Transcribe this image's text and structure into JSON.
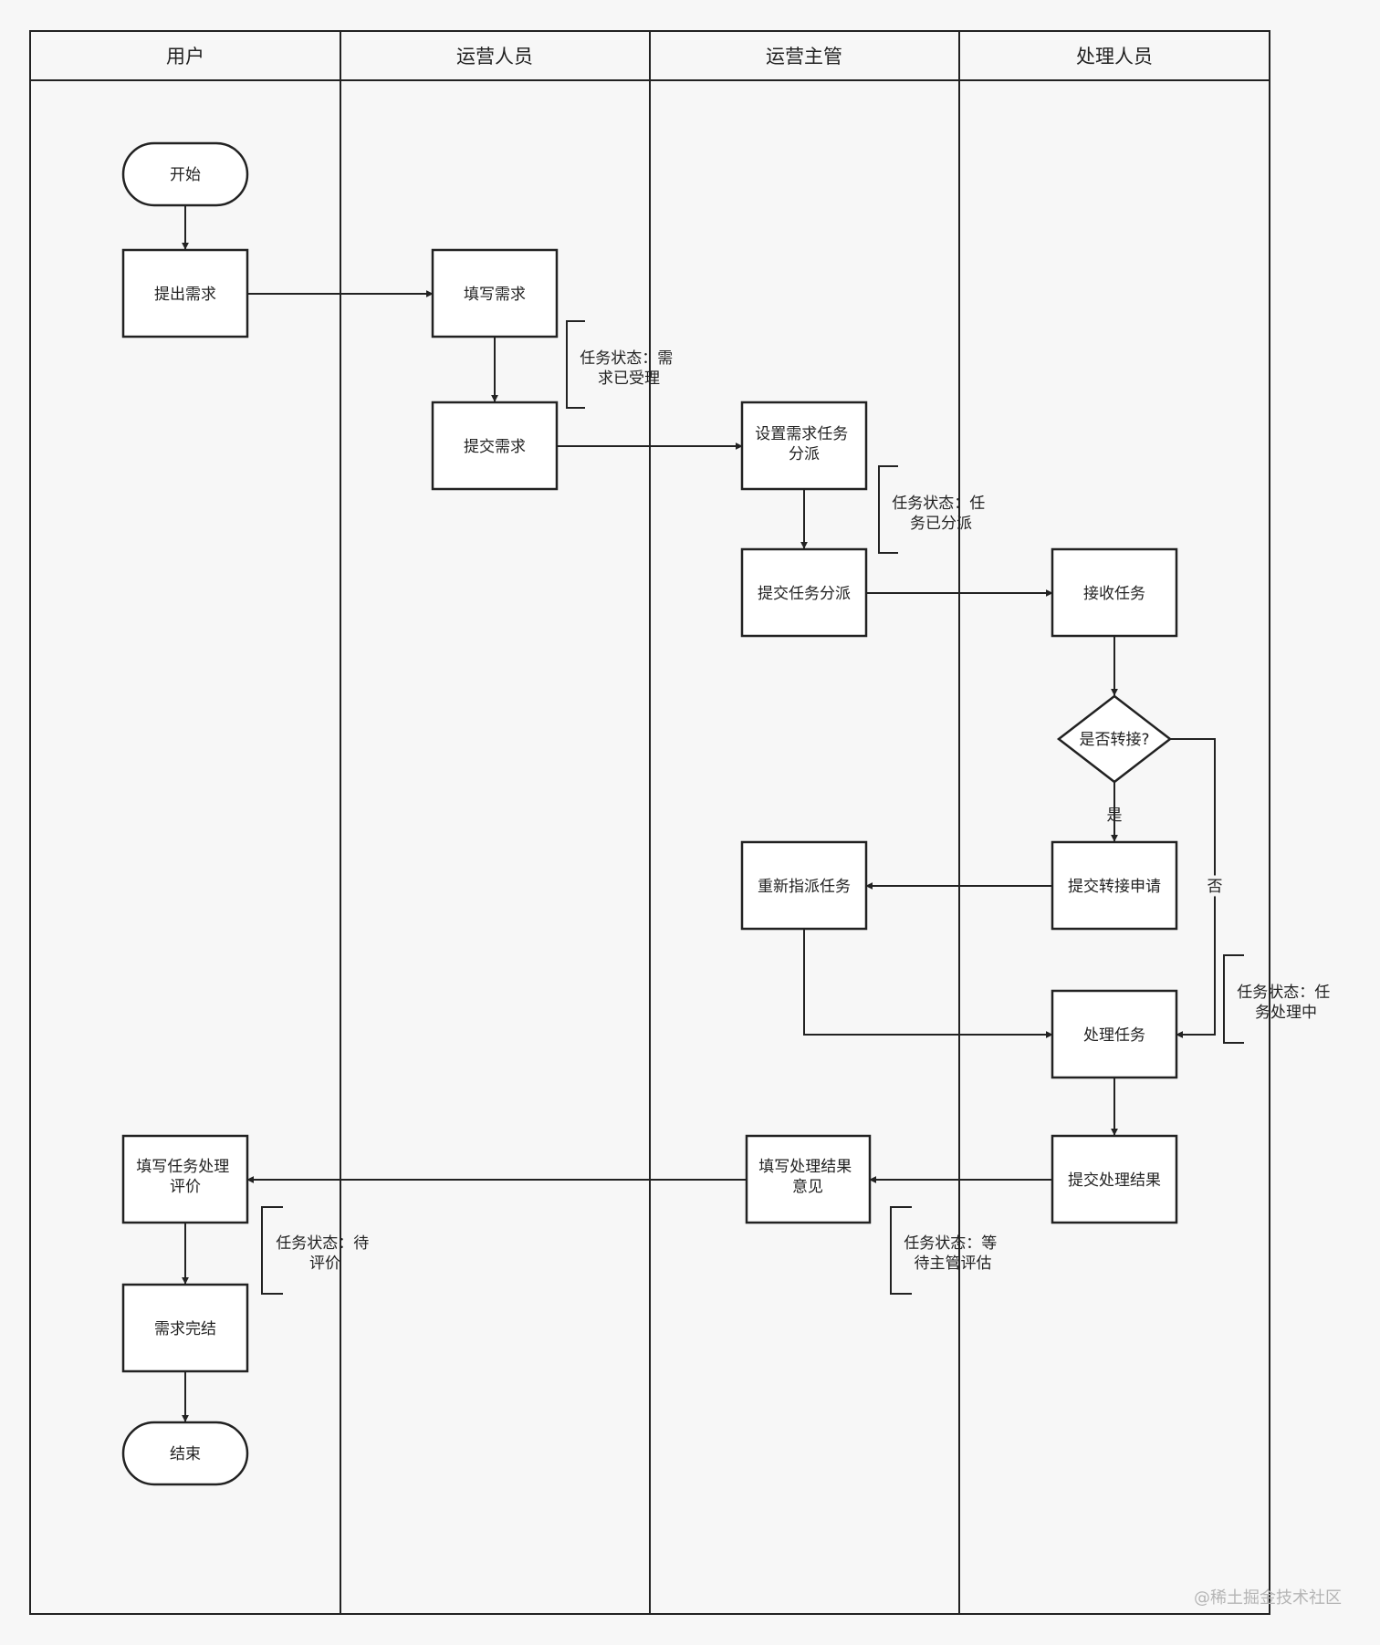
{
  "lanes": [
    {
      "id": "user",
      "title": "用户"
    },
    {
      "id": "ops",
      "title": "运营人员"
    },
    {
      "id": "mgr",
      "title": "运营主管"
    },
    {
      "id": "handler",
      "title": "处理人员"
    }
  ],
  "nodes": {
    "start": {
      "lines": [
        "开始"
      ],
      "shape": "terminal"
    },
    "submit_request": {
      "lines": [
        "提出需求"
      ],
      "shape": "process"
    },
    "fill_request": {
      "lines": [
        "填写需求"
      ],
      "shape": "process"
    },
    "submit_req": {
      "lines": [
        "提交需求"
      ],
      "shape": "process"
    },
    "set_assign": {
      "lines": [
        "设置需求任务",
        "分派"
      ],
      "shape": "process"
    },
    "submit_assign": {
      "lines": [
        "提交任务分派"
      ],
      "shape": "process"
    },
    "receive_task": {
      "lines": [
        "接收任务"
      ],
      "shape": "process"
    },
    "transfer_q": {
      "lines": [
        "是否转接?"
      ],
      "shape": "decision"
    },
    "submit_transfer": {
      "lines": [
        "提交转接申请"
      ],
      "shape": "process"
    },
    "reassign": {
      "lines": [
        "重新指派任务"
      ],
      "shape": "process"
    },
    "process_task": {
      "lines": [
        "处理任务"
      ],
      "shape": "process"
    },
    "submit_result": {
      "lines": [
        "提交处理结果"
      ],
      "shape": "process"
    },
    "fill_result": {
      "lines": [
        "填写处理结果",
        "意见"
      ],
      "shape": "process"
    },
    "fill_eval": {
      "lines": [
        "填写任务处理",
        "评价"
      ],
      "shape": "process"
    },
    "complete": {
      "lines": [
        "需求完结"
      ],
      "shape": "process"
    },
    "end": {
      "lines": [
        "结束"
      ],
      "shape": "terminal"
    }
  },
  "edge_labels": {
    "yes": "是",
    "no": "否"
  },
  "notes": {
    "n1": [
      "任务状态：需",
      "求已受理"
    ],
    "n2": [
      "任务状态：任",
      "务已分派"
    ],
    "n3": [
      "任务状态：任",
      "务处理中"
    ],
    "n4": [
      "任务状态：等",
      "待主管评估"
    ],
    "n5": [
      "任务状态：待",
      "评价"
    ]
  },
  "watermark": "@稀土掘金技术社区",
  "colors": {
    "line": "#222222",
    "background": "#f7f7f7",
    "node_fill": "#ffffff"
  }
}
